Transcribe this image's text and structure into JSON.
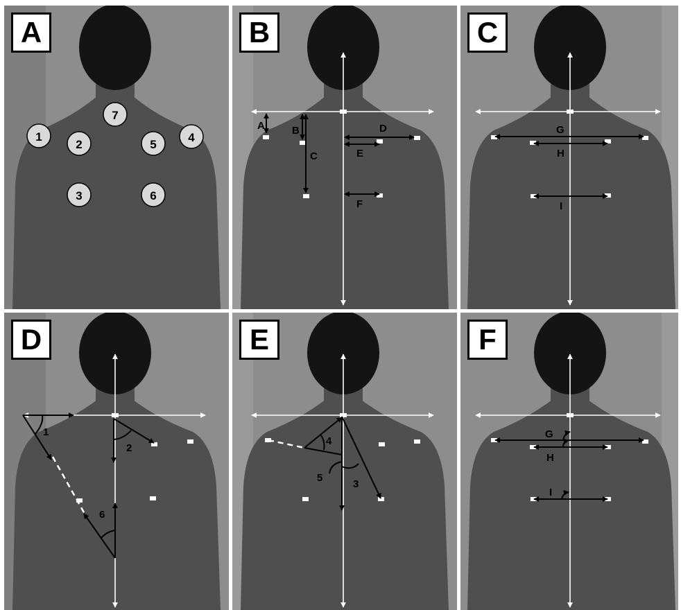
{
  "panels": {
    "a": {
      "label": "A",
      "points": [
        "1",
        "2",
        "3",
        "4",
        "5",
        "6",
        "7"
      ]
    },
    "b": {
      "label": "B",
      "measures": [
        "A",
        "B",
        "C",
        "D",
        "E",
        "F"
      ]
    },
    "c": {
      "label": "C",
      "measures": [
        "G",
        "H",
        "I"
      ]
    },
    "d": {
      "label": "D",
      "angles": [
        "1",
        "2",
        "6"
      ]
    },
    "e": {
      "label": "E",
      "angles": [
        "4",
        "5",
        "3"
      ]
    },
    "f": {
      "label": "F",
      "measures": [
        "G",
        "H",
        "I"
      ]
    }
  },
  "colors": {
    "background": "#8b8b8b",
    "skin": "#4f4f4f",
    "hair": "#141414",
    "guide_line": "#ffffff",
    "marker": "#ffffff",
    "arrow": "#000000"
  }
}
